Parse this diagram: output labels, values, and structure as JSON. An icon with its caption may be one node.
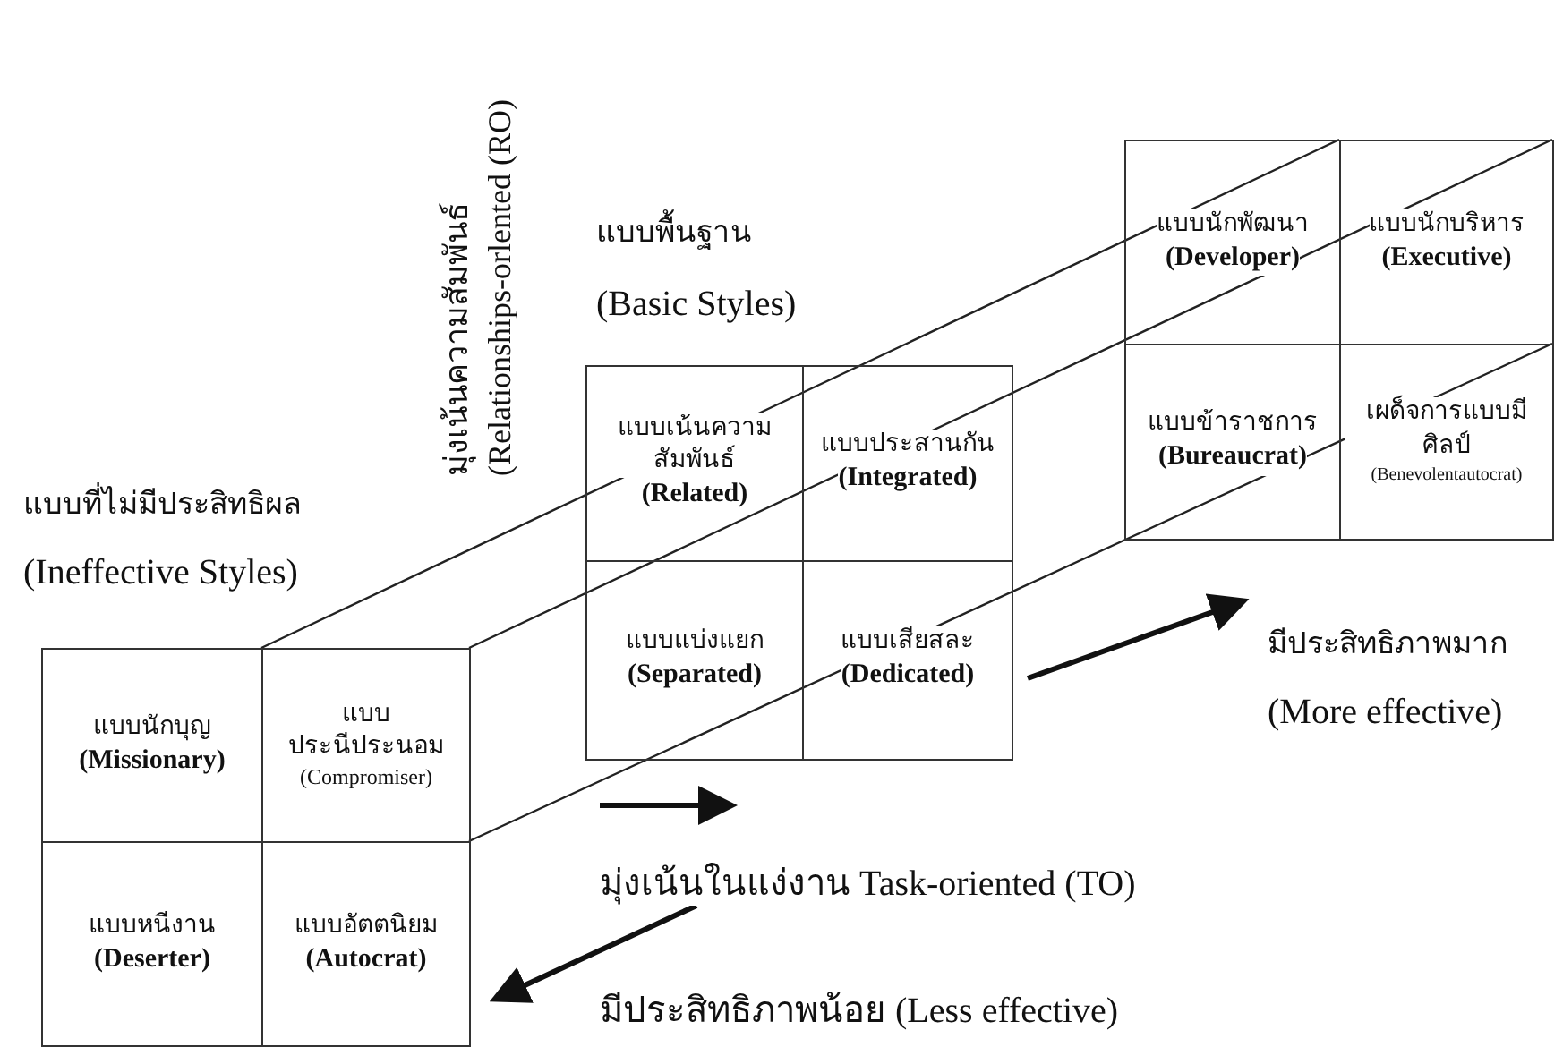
{
  "diagram": {
    "nodes": [
      {
        "text": [
          "แบบนักบุญ",
          "(Missionary)"
        ]
      },
      {
        "text": [
          "แบบประนีประนอม",
          "(Compromiser)"
        ]
      },
      {
        "text": [
          "แบบหนีงาน",
          "(Deserter)"
        ]
      },
      {
        "text": [
          "แบบอัตตนิยม",
          "(Autocrat)"
        ]
      },
      {
        "text": [
          "แบบเน้นความสัมพันธ์",
          "(Related)"
        ]
      },
      {
        "text": [
          "แบบประสานกัน",
          "(Integrated)"
        ]
      },
      {
        "text": [
          "แบบแบ่งแยก",
          "(Separated)"
        ]
      },
      {
        "text": [
          "แบบเสียสละ",
          "(Dedicated)"
        ]
      },
      {
        "text": [
          "แบบนักพัฒนา",
          "(Developer)"
        ]
      },
      {
        "text": [
          "แบบนักบริหาร",
          "(Executive)"
        ]
      },
      {
        "text": [
          "แบบข้าราชการ",
          "(Bureaucrat)"
        ]
      },
      {
        "text": [
          "เผด็จการแบบมีศิลป์",
          "(Benevolentautocrat)"
        ]
      }
    ],
    "labels": [
      "มุ่งเน้นความสัมพันธ์ (Relationships-orlented (RO)",
      "แบบพื้นฐาน",
      "(Basic Styles)",
      "แบบที่ไม่มีประสิทธิผล",
      "(Ineffective Styles)",
      "มีประสิทธิภาพมาก",
      "(More effective)",
      "มุ่งเน้นในแง่งาน Task-oriented (TO)",
      "มีประสิทธิภาพน้อย (Less effective)"
    ]
  }
}
